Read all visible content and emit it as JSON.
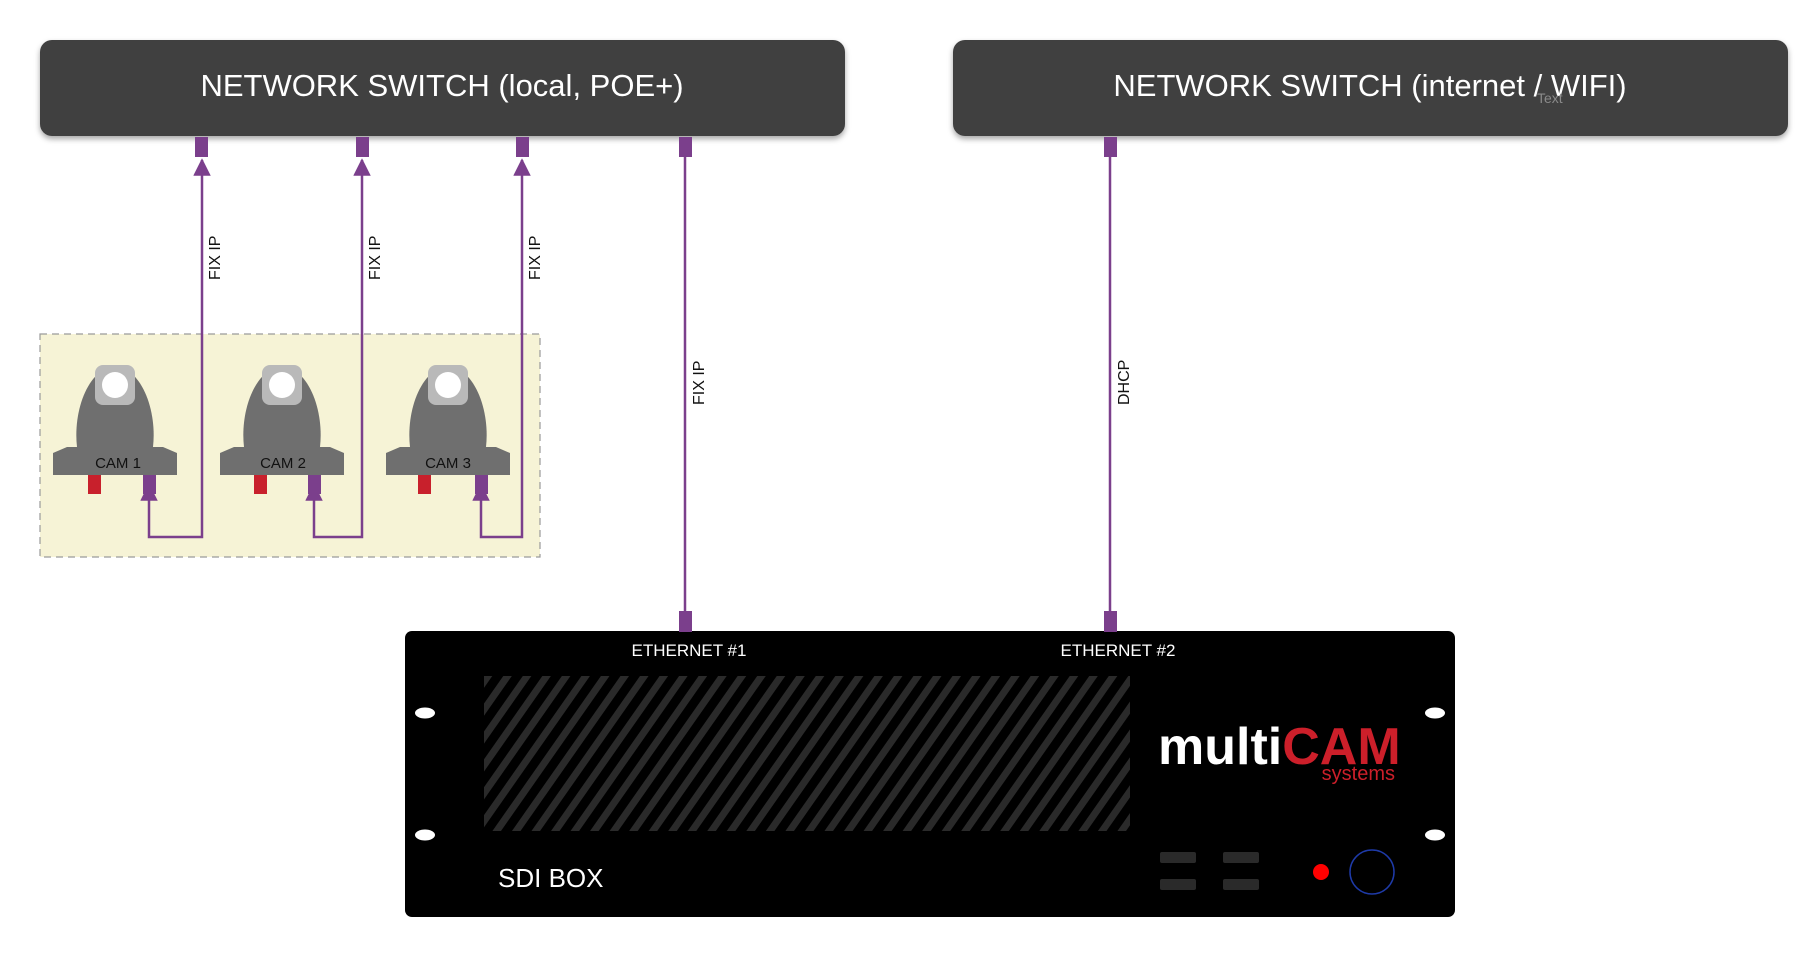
{
  "switches": {
    "local": {
      "label": "NETWORK SWITCH (local, POE+)"
    },
    "internet": {
      "label": "NETWORK SWITCH (internet / WIFI)",
      "overlay_text": "Text"
    }
  },
  "cameras": [
    {
      "label": "CAM 1",
      "link_label": "FIX IP"
    },
    {
      "label": "CAM 2",
      "link_label": "FIX IP"
    },
    {
      "label": "CAM 3",
      "link_label": "FIX IP"
    }
  ],
  "links": {
    "ethernet1": {
      "label": "FIX IP"
    },
    "ethernet2": {
      "label": "DHCP"
    }
  },
  "sdi_box": {
    "label": "SDI BOX",
    "port1": "ETHERNET #1",
    "port2": "ETHERNET #2",
    "brand_main": "multi",
    "brand_accent": "CAM",
    "brand_sub": "systems"
  },
  "colors": {
    "switch_fill": "#3f3f3f",
    "link": "#7b3f8c",
    "port": "#7b3f8c",
    "cam_body": "#6f6f6f",
    "cam_power": "#c8202c",
    "cam_group_bg": "#f6f3d6",
    "box_fill": "#000000",
    "brand_red": "#cc1f2a",
    "led_red": "#ff0000",
    "knob_blue": "#1e3aa8"
  }
}
